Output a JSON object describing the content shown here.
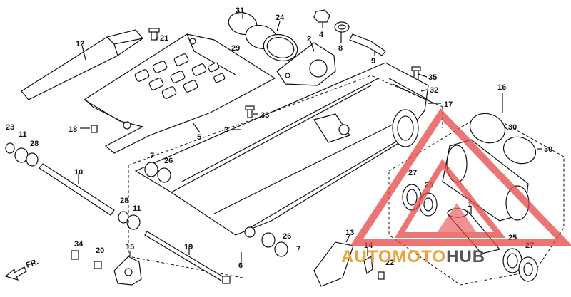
{
  "diagram": {
    "callouts": [
      {
        "id": "c-31",
        "text": "31"
      },
      {
        "id": "c-24",
        "text": "24"
      },
      {
        "id": "c-4",
        "text": "4"
      },
      {
        "id": "c-8",
        "text": "8"
      },
      {
        "id": "c-9",
        "text": "9"
      },
      {
        "id": "c-2",
        "text": "2"
      },
      {
        "id": "c-29",
        "text": "29"
      },
      {
        "id": "c-12",
        "text": "12"
      },
      {
        "id": "c-21",
        "text": "21"
      },
      {
        "id": "c-35",
        "text": "35"
      },
      {
        "id": "c-32",
        "text": "32"
      },
      {
        "id": "c-16",
        "text": "16"
      },
      {
        "id": "c-17",
        "text": "17"
      },
      {
        "id": "c-33",
        "text": "33"
      },
      {
        "id": "c-3",
        "text": "3"
      },
      {
        "id": "c-5",
        "text": "5"
      },
      {
        "id": "c-18",
        "text": "18"
      },
      {
        "id": "c-23",
        "text": "23"
      },
      {
        "id": "c-11a",
        "text": "11"
      },
      {
        "id": "c-28a",
        "text": "28"
      },
      {
        "id": "c-7a",
        "text": "7"
      },
      {
        "id": "c-26a",
        "text": "26"
      },
      {
        "id": "c-30a",
        "text": "30"
      },
      {
        "id": "c-30b",
        "text": "30"
      },
      {
        "id": "c-10",
        "text": "10"
      },
      {
        "id": "c-27a",
        "text": "27"
      },
      {
        "id": "c-25a",
        "text": "25"
      },
      {
        "id": "c-28b",
        "text": "28"
      },
      {
        "id": "c-11b",
        "text": "11"
      },
      {
        "id": "c-1",
        "text": "1"
      },
      {
        "id": "c-26b",
        "text": "26"
      },
      {
        "id": "c-7b",
        "text": "7"
      },
      {
        "id": "c-25b",
        "text": "25"
      },
      {
        "id": "c-27b",
        "text": "27"
      },
      {
        "id": "c-34",
        "text": "34"
      },
      {
        "id": "c-20",
        "text": "20"
      },
      {
        "id": "c-15",
        "text": "15"
      },
      {
        "id": "c-19",
        "text": "19"
      },
      {
        "id": "c-6",
        "text": "6"
      },
      {
        "id": "c-13",
        "text": "13"
      },
      {
        "id": "c-14",
        "text": "14"
      },
      {
        "id": "c-22",
        "text": "22"
      }
    ],
    "direction_label": "FR.",
    "direction_icon": "front-arrow-icon"
  },
  "watermark": {
    "brand_auto": "AUTO",
    "brand_moto": "MOTO",
    "brand_hub": "HUB",
    "logo_icon": "triangle-logo-icon",
    "colors": {
      "auto": "#e8a33a",
      "moto": "#e8a33a",
      "hub": "#555555",
      "triangle": "#e64646"
    }
  }
}
